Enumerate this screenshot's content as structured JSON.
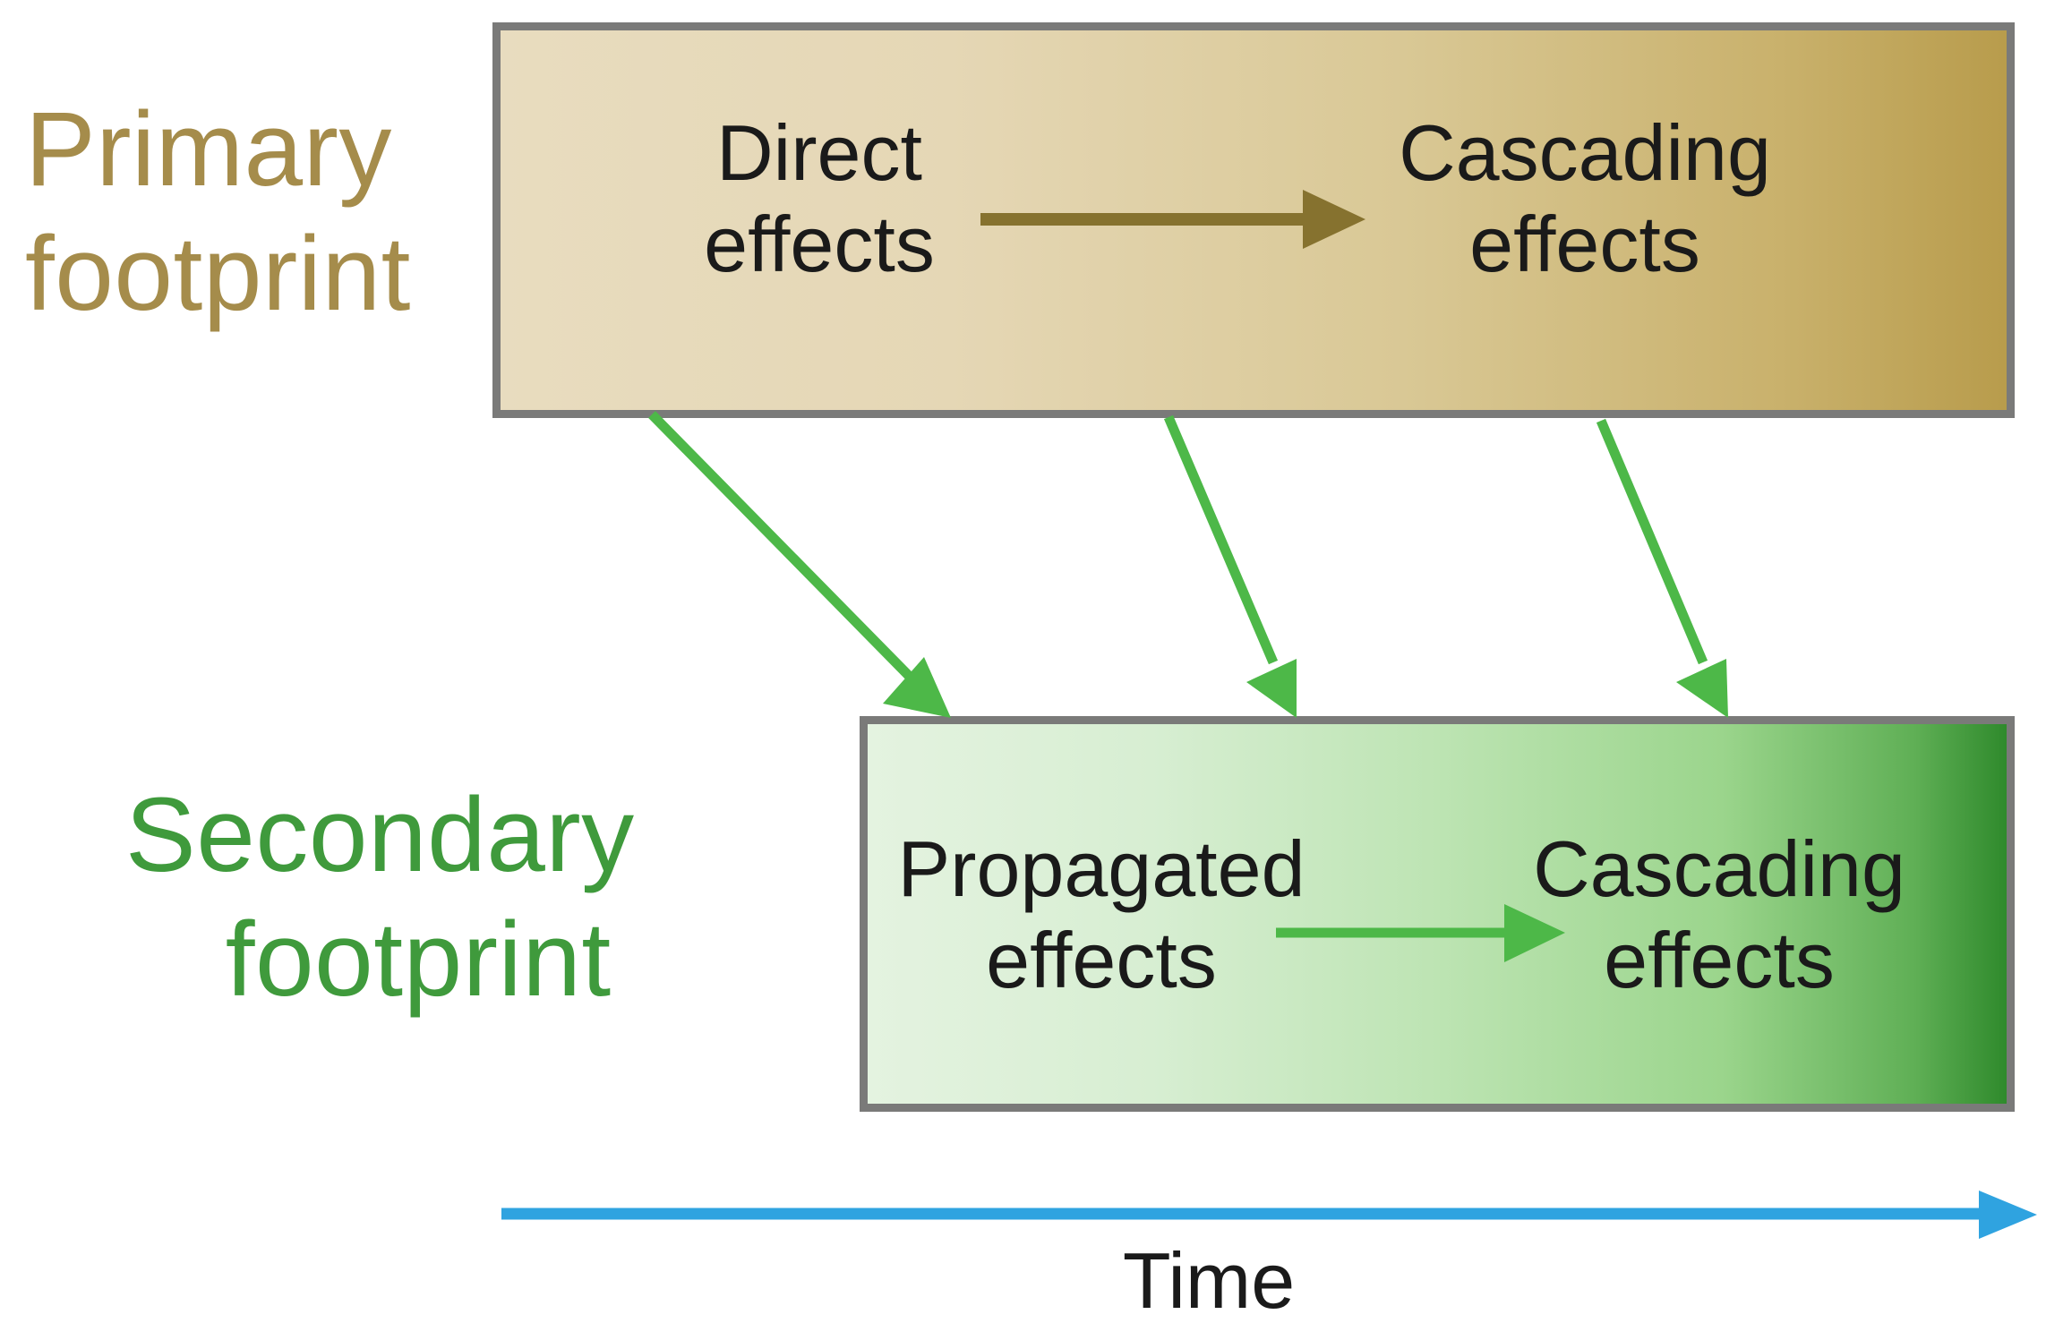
{
  "primary_footprint": {
    "line1": "Primary",
    "line2": "footprint",
    "color": "#a58c4b"
  },
  "secondary_footprint": {
    "line1": "Secondary",
    "line2": "footprint",
    "color": "#3f9a3c"
  },
  "primary_box": {
    "left_line1": "Direct",
    "left_line2": "effects",
    "right_line1": "Cascading",
    "right_line2": "effects"
  },
  "secondary_box": {
    "left_line1": "Propagated",
    "left_line2": "effects",
    "right_line1": "Cascading",
    "right_line2": "effects"
  },
  "time_axis": {
    "label": "Time",
    "color": "#2fa3e0"
  },
  "arrow_colors": {
    "primary_internal": "#86722f",
    "cross_footprint": "#4db848"
  }
}
